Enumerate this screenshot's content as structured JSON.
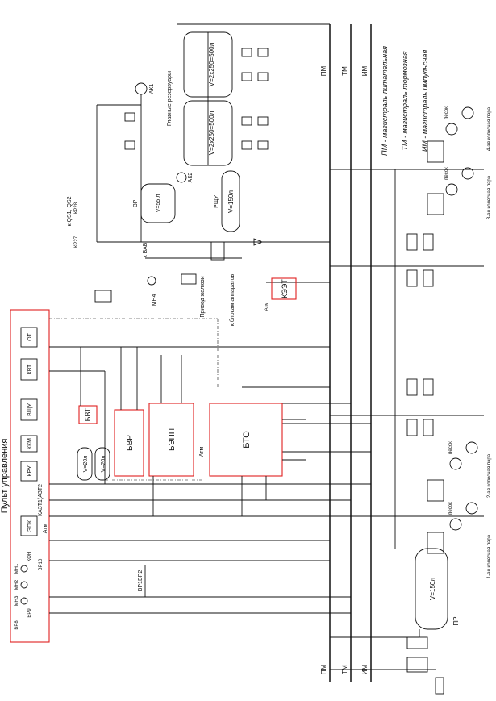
{
  "panel": {
    "title": "Пульт управления"
  },
  "legend": [
    "ПМ - магистраль питательная",
    "ТМ - магистраль тормозная",
    "ИМ - магистраль импульсная"
  ],
  "mains": {
    "pm": "ПМ",
    "tm": "ТМ",
    "im": "ИМ"
  },
  "blocks": {
    "bto": "БТО",
    "bepp": "БЭПП",
    "bvr": "БВР",
    "bvt": "БВТ",
    "keet": "КЭЭТ"
  },
  "reservoirs": {
    "rg_top": "V=2x250=500л",
    "rg_bottom": "V=2x250=500л",
    "main_res": "Главные резервуары",
    "rshch": "V=150л",
    "rshch_label": "РЩУ",
    "pr": "V=150л",
    "pr_label": "ПР",
    "zr": "V=55 л",
    "zr_label": "ЗР",
    "small1": "V=20л",
    "small2": "V=20л"
  },
  "panel_devices": [
    "ОТ",
    "КВТ",
    "ВЩУ",
    "ККМ",
    "КРУ",
    "ЭПК",
    "КОН",
    "МН1",
    "МН2",
    "МН3",
    "ВР8",
    "ВР9",
    "ВР10"
  ],
  "labels": {
    "ka": "КА3Т1(А3Т2",
    "atm1": "Атм",
    "atm2": "Атм",
    "atm3": "Атм",
    "vr1vr2": "ВР1ВР2",
    "privod": "Привод жалюзи",
    "k_blokam": "к блокам аппаратов",
    "k_qs": "к QS1, QS2",
    "k_vab": "к ВАБ",
    "ak1": "АК1",
    "ak2": "АК2",
    "mn4": "МН4",
    "kr27": "КР27",
    "kr28": "КР28"
  },
  "axles": [
    "1-ая колесная пара",
    "2-ая колесная пара",
    "3-ая колесная пара",
    "4-ая колесная пара"
  ],
  "sand": [
    "песок",
    "песок",
    "песок",
    "песок"
  ],
  "colors": {
    "highlight": "#e02020",
    "line": "#111111"
  }
}
